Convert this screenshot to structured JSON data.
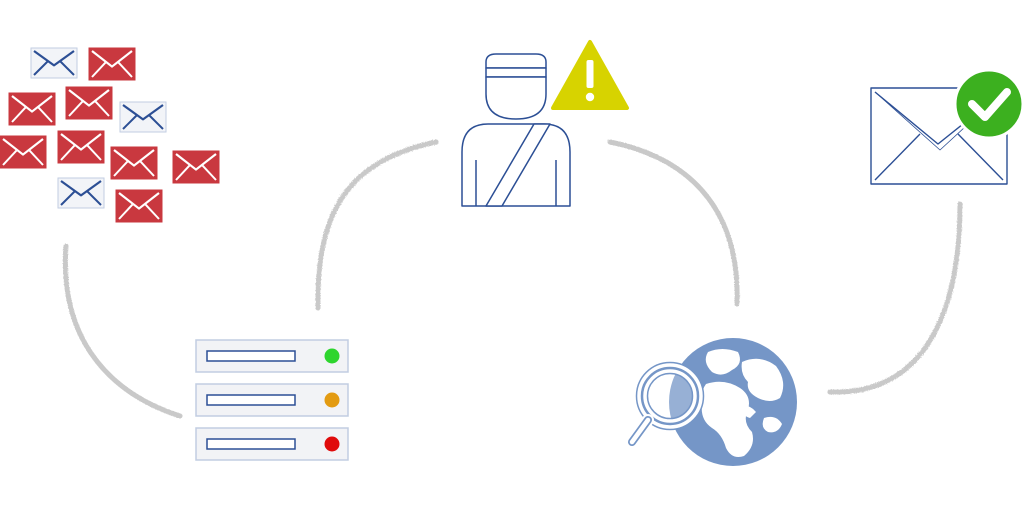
{
  "diagram": {
    "stages": [
      {
        "id": "incoming-mail",
        "icon": "envelope-cluster-icon",
        "description": ""
      },
      {
        "id": "mail-server",
        "icon": "server-rack-icon",
        "status_lights": [
          "green",
          "orange",
          "red"
        ]
      },
      {
        "id": "inspector",
        "icon": "inspector-person-icon",
        "badge": "warning-triangle-icon"
      },
      {
        "id": "web-lookup",
        "icon": "globe-magnifier-icon"
      },
      {
        "id": "delivered-mail",
        "icon": "envelope-check-icon"
      }
    ],
    "connectors": [
      "incoming-to-server",
      "server-to-inspector",
      "inspector-to-globe",
      "globe-to-delivered"
    ]
  },
  "colors": {
    "envelope_red": "#c9383f",
    "envelope_white": "#f2f4f8",
    "outline_blue": "#2c4f95",
    "connector_gray": "#c9c9c9",
    "warning_yellow": "#d7d300",
    "check_green": "#3cb01f",
    "globe_blue": "#7596c7",
    "light_green": "#2ed52e",
    "light_orange": "#e39b12",
    "light_red": "#e00b0b"
  }
}
